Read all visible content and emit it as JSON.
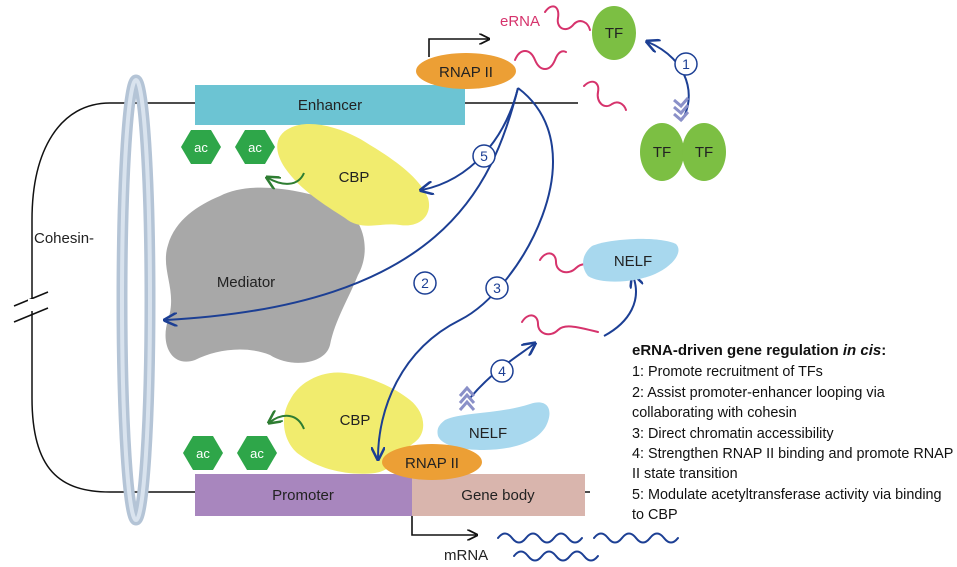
{
  "labels": {
    "erna": "eRNA",
    "tf": "TF",
    "rnap": "RNAP II",
    "enhancer": "Enhancer",
    "promoter": "Promoter",
    "gene_body": "Gene body",
    "ac": "ac",
    "cbp": "CBP",
    "mediator": "Mediator",
    "nelf": "NELF",
    "cohesin": "Cohesin-",
    "mrna": "mRNA"
  },
  "steps": [
    "1",
    "2",
    "3",
    "4",
    "5"
  ],
  "legend": {
    "title_main": "eRNA-driven gene regulation ",
    "title_italic": "in cis",
    "title_colon": ":",
    "items": [
      "1: Promote recruitment of TFs",
      "2: Assist promoter-enhancer looping via collaborating with cohesin",
      "3: Direct chromatin accessibility",
      "4: Strengthen RNAP II binding and promote RNAP II state transition",
      "5: Modulate acetyltransferase activity via binding to CBP"
    ]
  },
  "colors": {
    "enhancer": "#6cc4d3",
    "promoter": "#a886be",
    "gene_body": "#d9b5ad",
    "tf": "#7cbf43",
    "rnap": "#ec9f35",
    "ac": "#2ea649",
    "cbp": "#f1ec6e",
    "mediator": "#a8a8a8",
    "nelf": "#a8d8ee",
    "erna": "#d6336c",
    "arrow": "#1c3f94",
    "mrna": "#1c3f94",
    "cohesin": "#b4c4d6"
  }
}
